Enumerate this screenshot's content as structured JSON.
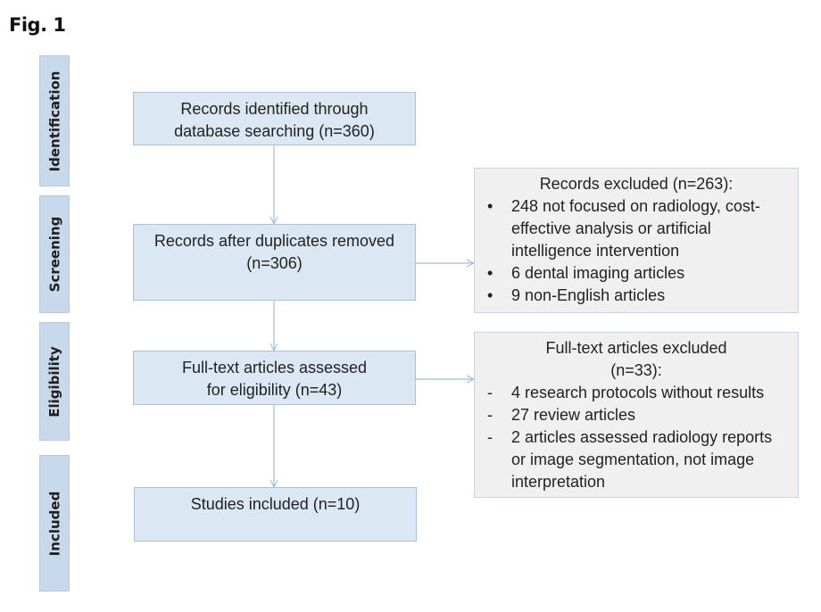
{
  "figure_label": "Fig. 1",
  "stages": [
    {
      "label": "Identification"
    },
    {
      "label": "Screening"
    },
    {
      "label": "Eligibility"
    },
    {
      "label": "Included"
    }
  ],
  "boxes": {
    "identified": {
      "line1": "Records identified through",
      "line2": "database searching (n=360)"
    },
    "screened": {
      "line1": "Records after duplicates removed",
      "line2": "(n=306)"
    },
    "eligibility": {
      "line1": "Full-text articles assessed",
      "line2": "for eligibility (n=43)"
    },
    "included": {
      "line1": "Studies included (n=10)"
    }
  },
  "excluded_records": {
    "title": "Records excluded (n=263):",
    "bullet": "•",
    "items": [
      {
        "lines": [
          "248 not focused on radiology, cost-",
          "effective analysis or artificial",
          "intelligence intervention"
        ]
      },
      {
        "lines": [
          "6 dental imaging articles"
        ]
      },
      {
        "lines": [
          "9 non-English articles"
        ]
      }
    ]
  },
  "excluded_fulltext": {
    "title_line1": "Full-text articles excluded",
    "title_line2": "(n=33):",
    "bullet": "-",
    "items": [
      {
        "lines": [
          "4 research protocols without results"
        ]
      },
      {
        "lines": [
          "27 review articles"
        ]
      },
      {
        "lines": [
          "2 articles assessed radiology reports",
          "or image segmentation, not image",
          "interpretation"
        ]
      }
    ]
  },
  "colors": {
    "stage_fill": "#c9d9ec",
    "box_fill": "#dce7f4",
    "excluded_fill": "#f0f0f0",
    "connector": "#9dbad8"
  }
}
